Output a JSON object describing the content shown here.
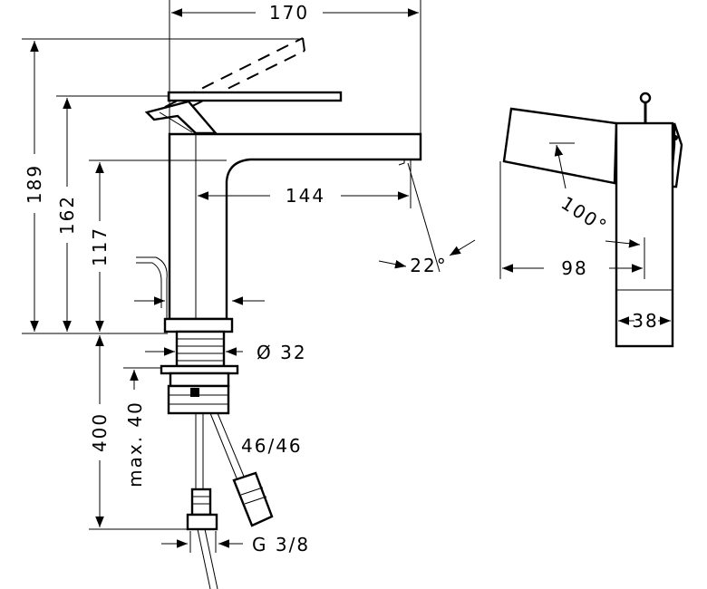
{
  "drawing": {
    "dimensions": {
      "width_overall": "170",
      "height_overall": "189",
      "height_outlet": "162",
      "height_spout": "117",
      "spout_reach": "144",
      "spout_angle": "22°",
      "depth": "98",
      "swivel_angle": "100°",
      "handle_width": "38",
      "hole_diameter": "Ø 32",
      "hose_length": "400",
      "max_thickness": "max. 40",
      "hose_size": "46/46",
      "connection": "G 3/8"
    }
  }
}
